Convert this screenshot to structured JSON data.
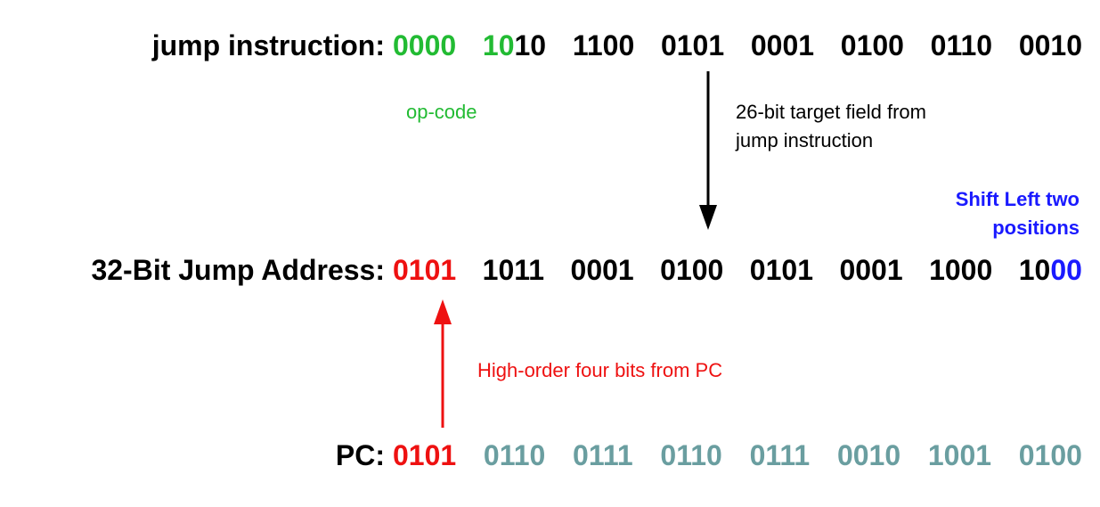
{
  "colors": {
    "label": "#000000",
    "opcode": "#22bb33",
    "address": "#000000",
    "shift": "#1a1aff",
    "pc_high": "#ee1111",
    "pc_low": "#6a9ea0",
    "arrow_jump": "#000000",
    "arrow_pc": "#ee1111"
  },
  "jump_instruction": {
    "label": "jump instruction:",
    "bits": [
      "0000",
      "10",
      "10",
      "1100",
      "0101",
      "0001",
      "0100",
      "0110",
      "0010"
    ]
  },
  "opcode_note": "op-code",
  "target_note": {
    "line1": "26-bit target field from",
    "line2": "jump instruction"
  },
  "shift_note": {
    "line1": "Shift Left two",
    "line2": "positions"
  },
  "jump_address": {
    "label": "32-Bit Jump Address:",
    "bits": [
      "0101",
      "1011",
      "0001",
      "0100",
      "0101",
      "0001",
      "1000",
      "10",
      "00"
    ]
  },
  "pc_note": "High-order four bits from PC",
  "pc": {
    "label": "PC:",
    "bits": [
      "0101",
      "0110",
      "0111",
      "0110",
      "0111",
      "0010",
      "1001",
      "0100"
    ]
  }
}
